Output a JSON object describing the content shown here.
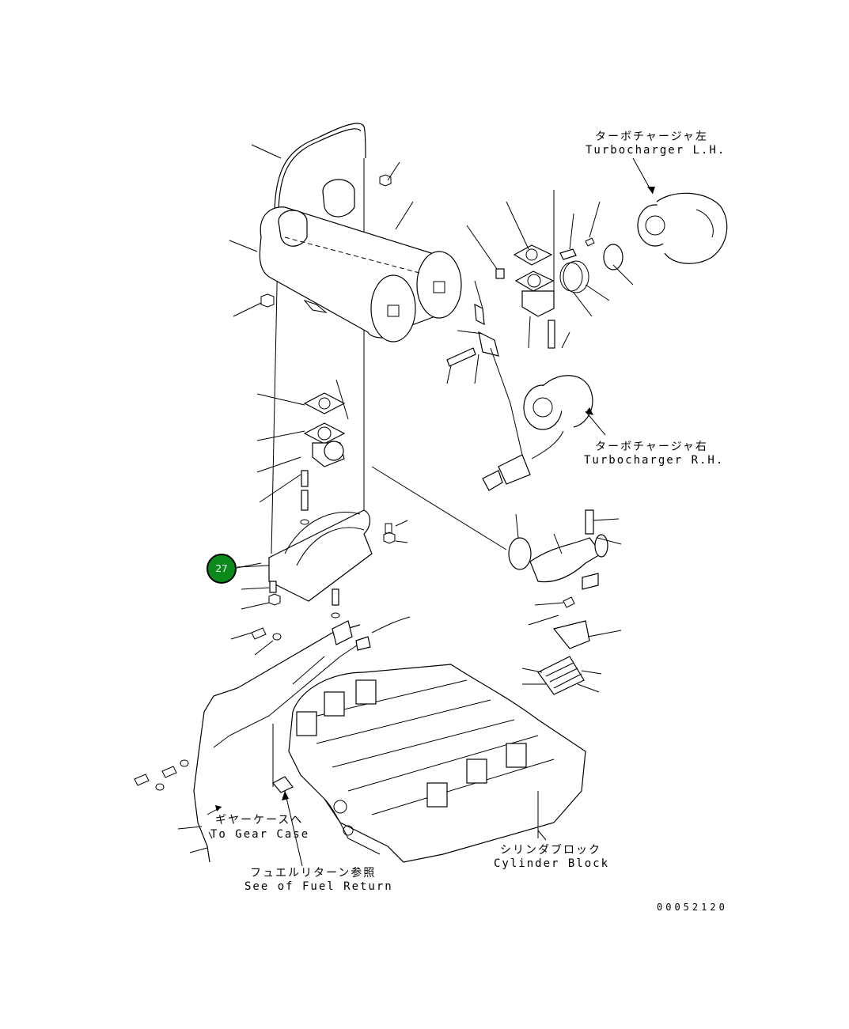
{
  "labels": {
    "turbo_lh_jp": "ターボチャージャ左",
    "turbo_lh_en": "Turbocharger L.H.",
    "turbo_rh_jp": "ターボチャージャ右",
    "turbo_rh_en": "Turbocharger R.H.",
    "gear_case_jp": "ギヤーケースへ",
    "gear_case_en": "To Gear Case",
    "fuel_return_jp": "フュエルリターン参照",
    "fuel_return_en": "See of Fuel Return",
    "cylinder_block_jp": "シリンダブロック",
    "cylinder_block_en": "Cylinder Block",
    "drawing_number": "00052120"
  },
  "callout": {
    "number": "27",
    "color": "#0a8a1a"
  }
}
